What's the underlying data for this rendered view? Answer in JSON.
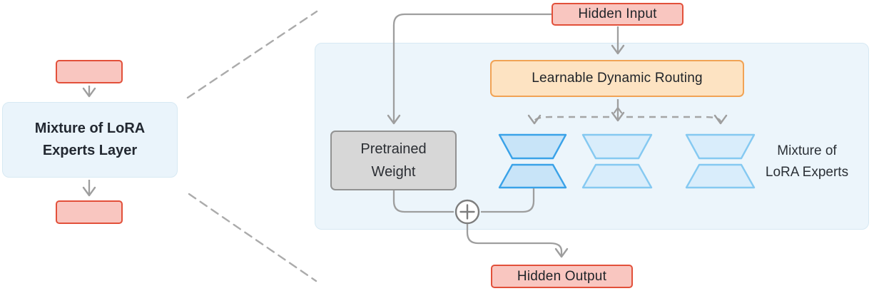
{
  "overview": {
    "layer_label_line1": "Mixture of LoRA",
    "layer_label_line2": "Experts Layer"
  },
  "detail": {
    "hidden_input_label": "Hidden Input",
    "routing_label": "Learnable Dynamic Routing",
    "pretrained_label_line1": "Pretrained",
    "pretrained_label_line2": "Weight",
    "experts_caption_line1": "Mixture of",
    "experts_caption_line2": "LoRA Experts",
    "hidden_output_label": "Hidden Output",
    "expert_count": 3,
    "sum_icon": "circled-plus"
  },
  "colors": {
    "red_fill": "#f9c6c0",
    "red_border": "#e2503a",
    "orange_fill": "#fde3c2",
    "orange_border": "#f1a355",
    "panel_fill": "#ecf5fb",
    "panel_border": "#d7e9f3",
    "expert_active_border": "#3aa2e8",
    "expert_active_fill": "#c8e4f8",
    "expert_inactive_border": "#85c9f1",
    "expert_inactive_fill": "#d9edfb",
    "pretrained_fill": "#d7d7d7",
    "pretrained_border": "#929292",
    "connector_gray": "#9e9e9e",
    "text_dark": "#222831"
  }
}
